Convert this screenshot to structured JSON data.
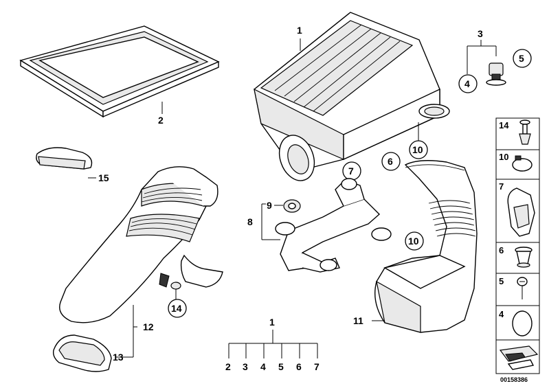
{
  "callouts": {
    "air_filter_housing": "1",
    "filter_element": "2",
    "sensor_group": "3",
    "sensor_oring": "4",
    "sensor_screw": "5",
    "housing_grommet": "6",
    "housing_clip": "7",
    "bracket": "8",
    "bracket_bush": "9",
    "intake_hose_clamp_upper": "10",
    "intake_hose_clamp_lower": "10",
    "intake_duct": "11",
    "intake_snorkel": "12",
    "snorkel_grille": "13",
    "snorkel_pin": "14",
    "cover_cap": "15"
  },
  "set_callout": {
    "label": "1",
    "items": [
      "2",
      "3",
      "4",
      "5",
      "6",
      "7"
    ]
  },
  "sidebar": {
    "items": [
      {
        "label": "14",
        "icon": "expanding-rivet-icon"
      },
      {
        "label": "10",
        "icon": "hose-clamp-icon"
      },
      {
        "label": "7",
        "icon": "retaining-clip-icon"
      },
      {
        "label": "6",
        "icon": "grommet-icon"
      },
      {
        "label": "5",
        "icon": "screw-icon"
      },
      {
        "label": "4",
        "icon": "o-ring-icon"
      },
      {
        "label": "",
        "icon": "gasket-arrow-icon"
      }
    ]
  },
  "doc_id": "00158386"
}
